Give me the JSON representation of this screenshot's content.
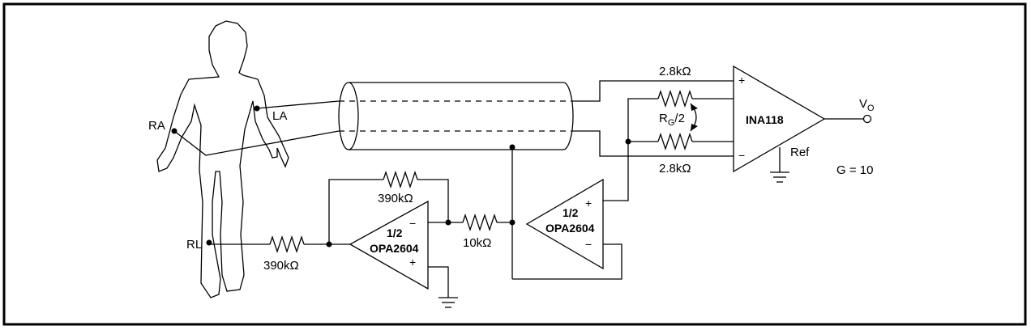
{
  "body": {
    "electrodes": {
      "ra": "RA",
      "la": "LA",
      "rl": "RL"
    }
  },
  "ina": {
    "name": "INA118",
    "plus": "+",
    "minus": "−",
    "ref": "Ref",
    "gain": "G = 10",
    "output": {
      "main": "V",
      "sub": "O"
    }
  },
  "resistors": {
    "r_top": "2.8kΩ",
    "r_bottom": "2.8kΩ",
    "rg": {
      "main": "R",
      "sub": "G",
      "tail": "/2"
    },
    "r_feedback": "390kΩ",
    "r_input": "390kΩ",
    "r_mid": "10kΩ"
  },
  "opamp_left": {
    "line1": "1/2",
    "line2": "OPA2604",
    "minus": "−",
    "plus": "+"
  },
  "opamp_right": {
    "line1": "1/2",
    "line2": "OPA2604",
    "plus": "+",
    "minus": "−"
  }
}
